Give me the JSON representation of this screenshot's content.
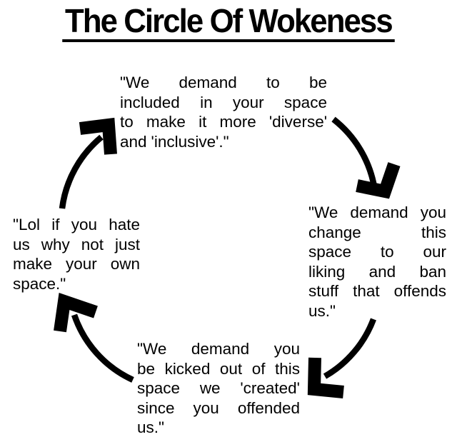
{
  "title": "The Circle Of Wokeness",
  "quotes": {
    "top": {
      "lines": [
        "\"We demand to be",
        "included in your space",
        "to make it more 'diverse'",
        "and 'inclusive'.\""
      ]
    },
    "right": {
      "lines": [
        "\"We demand you",
        "change this",
        "space to our",
        "liking and ban",
        "stuff that offends",
        "us.\""
      ]
    },
    "bottom": {
      "lines": [
        "\"We demand you",
        "be kicked out of this",
        "space we 'created'",
        "since you offended",
        "us.\""
      ]
    },
    "left": {
      "lines": [
        "\"Lol if you hate",
        "us why not just",
        "make your own",
        "space.\""
      ]
    }
  },
  "arrows": {
    "direction": "clockwise",
    "count": 4,
    "color": "#000000"
  },
  "colors": {
    "ink": "#000000",
    "background": "#ffffff"
  }
}
